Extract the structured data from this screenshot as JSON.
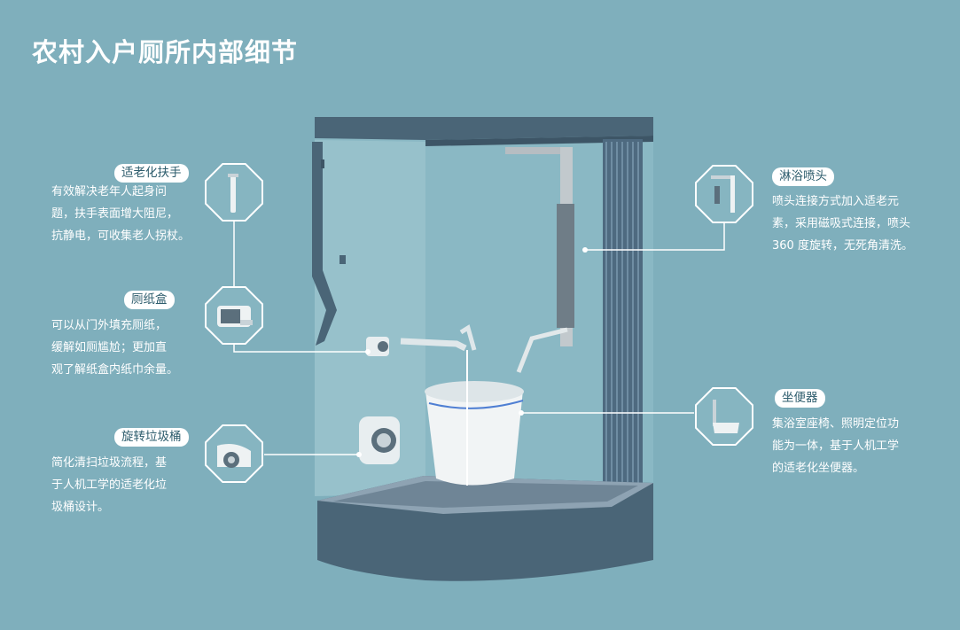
{
  "title": "农村入户厕所内部细节",
  "features": {
    "handrail": {
      "label": "适老化扶手",
      "lines": [
        "有效解决老年人起身问",
        "题，扶手表面增大阻尼，",
        "抗静电，可收集老人拐杖。"
      ]
    },
    "tissue_box": {
      "label": "厕纸盒",
      "lines": [
        "可以从门外填充厕纸，",
        "缓解如厕尴尬；更加直",
        "观了解纸盒内纸巾余量。"
      ]
    },
    "trash_bin": {
      "label": "旋转垃圾桶",
      "lines": [
        "简化清扫垃圾流程，基",
        "于人机工学的适老化垃",
        "圾桶设计。"
      ]
    },
    "shower_head": {
      "label": "淋浴喷头",
      "lines": [
        "喷头连接方式加入适老元",
        "素，采用磁吸式连接，喷头",
        "360 度旋转，无死角清洗。"
      ]
    },
    "toilet": {
      "label": "坐便器",
      "lines": [
        "集浴室座椅、照明定位功",
        "能为一体，基于人机工学",
        "的适老化坐便器。"
      ]
    }
  },
  "icons": {
    "handrail": "handrail-icon",
    "tissue_box": "tissue-box-icon",
    "trash_bin": "trash-bin-icon",
    "shower_head": "shower-head-icon",
    "toilet": "toilet-icon"
  },
  "colors": {
    "background": "#7fafbc",
    "cabin_dark": "#4a6577",
    "label_text": "#2e5d6d"
  }
}
